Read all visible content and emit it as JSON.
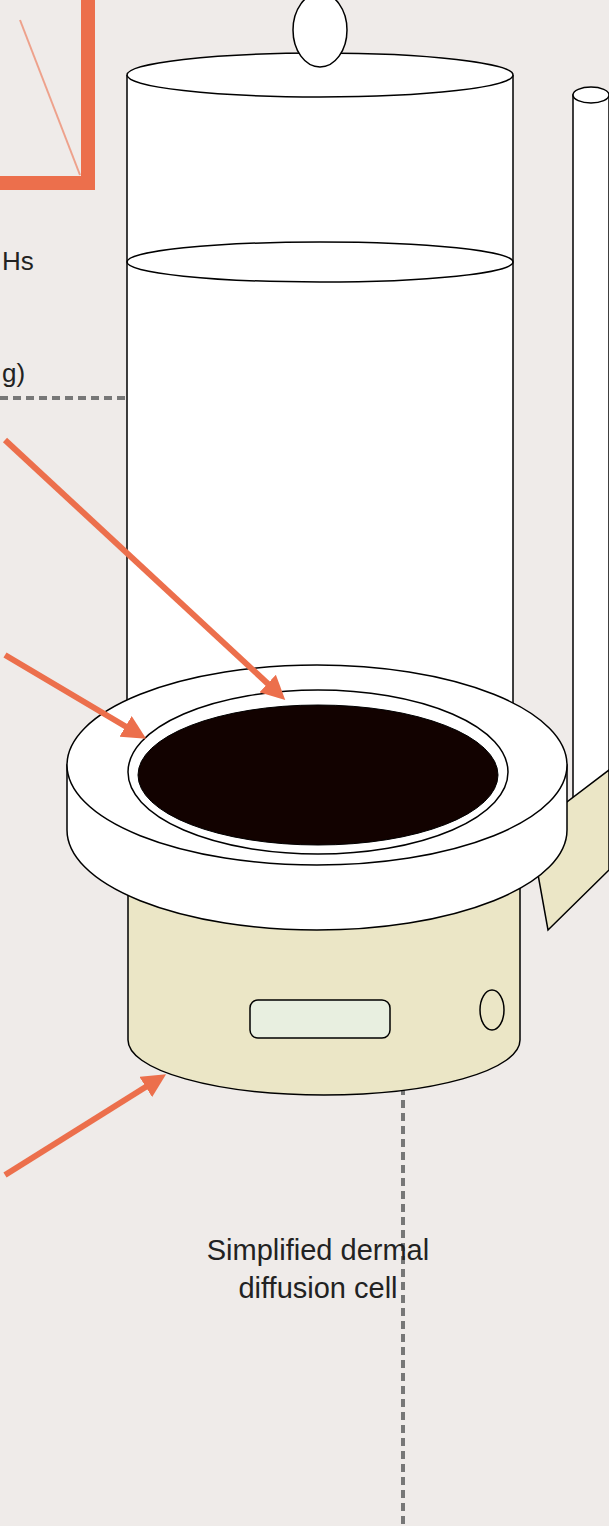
{
  "diagram": {
    "caption": "Simplified dermal diffusion cell",
    "labels": [
      "Hs",
      "g)"
    ]
  }
}
